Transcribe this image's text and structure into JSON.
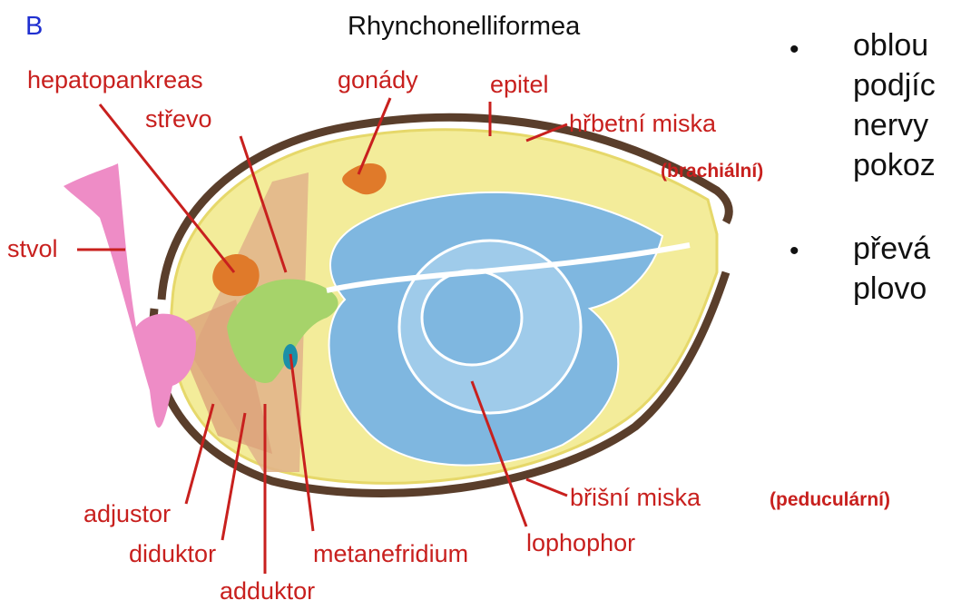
{
  "panel_letter": "B",
  "title": "Rhynchonelliformea",
  "labels": {
    "hepatopankreas": "hepatopankreas",
    "gonady": "gonády",
    "epitel": "epitel",
    "strevo": "střevo",
    "hrbetni": "hřbetní miska",
    "brachialni": "(brachiální)",
    "stvol": "stvol",
    "adjustor": "adjustor",
    "diduktor": "diduktor",
    "adduktor": "adduktor",
    "metanefridium": "metanefridium",
    "lophophor": "lophophor",
    "brisni": "břišní miska",
    "pedicularni": "(peduculární)"
  },
  "bullets": [
    {
      "lines": [
        "oblou",
        "podjíc",
        "nervy",
        "pokoz"
      ]
    },
    {
      "lines": [
        "převá",
        "plovo"
      ]
    }
  ],
  "colors": {
    "label_red": "#c8201e",
    "letter_blue": "#1f2fd0",
    "shell": "#5a3e2b",
    "mantle": "#f3ec9a",
    "lophophore": "#7fb7e0",
    "stalk": "#ee8cc6",
    "gonad": "#e07a2a",
    "gut": "#a6d36a",
    "muscle": "#e0b38a"
  }
}
